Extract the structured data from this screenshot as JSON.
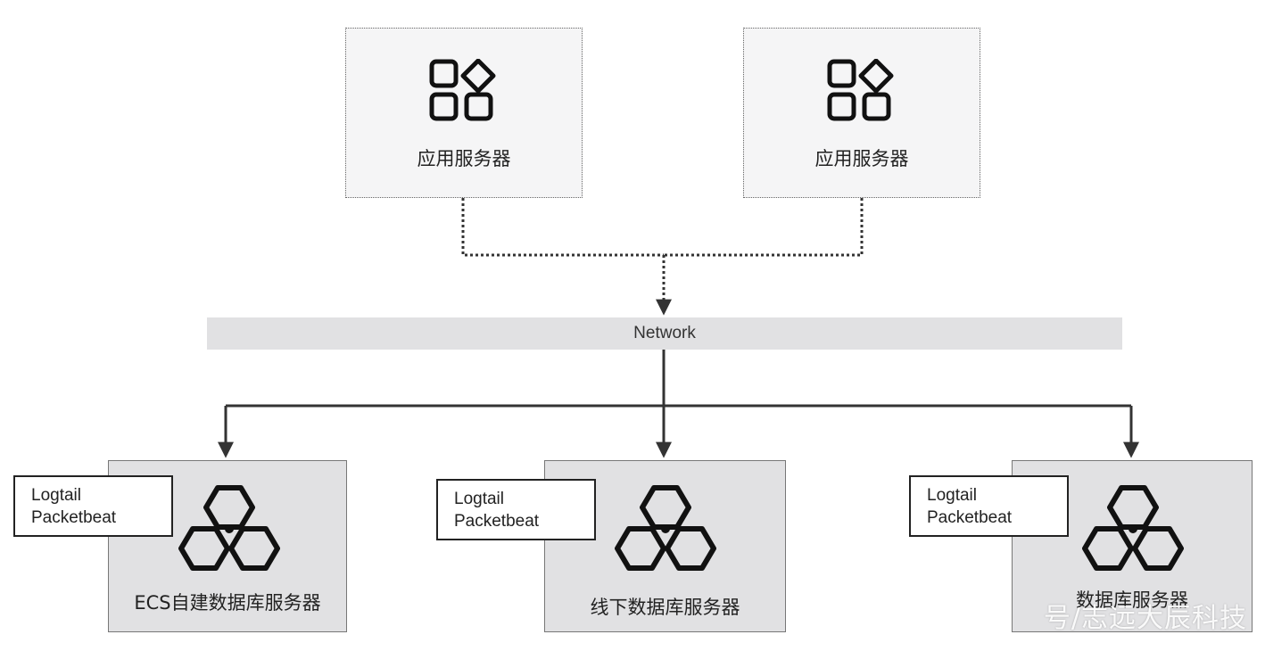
{
  "app_servers": [
    {
      "label": "应用服务器",
      "icon": "apps-grid-icon"
    },
    {
      "label": "应用服务器",
      "icon": "apps-grid-icon"
    }
  ],
  "network": {
    "label": "Network"
  },
  "db_servers": [
    {
      "label": "ECS自建数据库服务器",
      "agent_lines": [
        "Logtail",
        "Packetbeat"
      ],
      "icon": "hexagon-cluster-icon"
    },
    {
      "label": "线下数据库服务器",
      "agent_lines": [
        "Logtail",
        "Packetbeat"
      ],
      "icon": "hexagon-cluster-icon"
    },
    {
      "label": "数据库服务器",
      "agent_lines": [
        "Logtail",
        "Packetbeat"
      ],
      "icon": "hexagon-cluster-icon"
    }
  ],
  "watermark": "号/志远大辰科技",
  "colors": {
    "connector": "#3a3a3a",
    "box_fill": "#e1e1e3",
    "app_box_fill": "#f5f5f6"
  }
}
